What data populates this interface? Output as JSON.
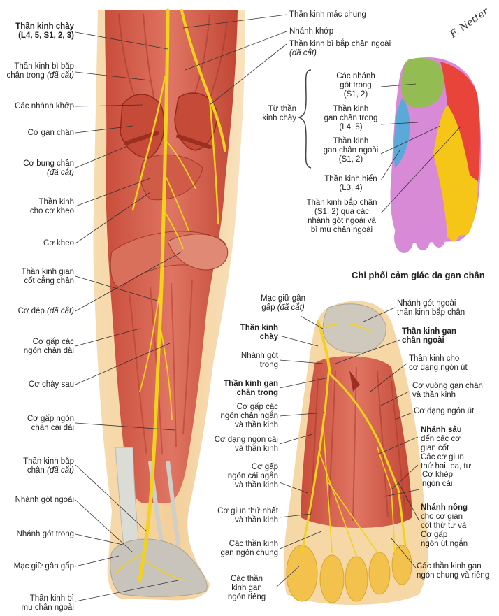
{
  "colors": {
    "skin": "#f6d7a6",
    "muscle": "#d9614a",
    "muscle_dark": "#b8412f",
    "tendon": "#d9dbd6",
    "nerve": "#f2d21c",
    "bone": "#cfc8bc",
    "foot_sensory_base": "#d98ad6",
    "zone_green": "#93bd53",
    "zone_red": "#e8443a",
    "zone_blue": "#5aa9d8",
    "zone_yellow": "#f5c518"
  },
  "signature": "F. Netter",
  "leg": {
    "left_labels": [
      {
        "name": "Thần kinh chày",
        "extra": "(L4, 5, S1, 2, 3)",
        "bold": true
      },
      {
        "line1": "Thần kinh bì bắp",
        "line2": "chân trong",
        "italic": "(đã cắt)"
      },
      {
        "text": "Các nhánh khớp"
      },
      {
        "text": "Cơ gan chân"
      },
      {
        "line1": "Cơ bụng chân",
        "italic": "(đã cắt)"
      },
      {
        "line1": "Thần kinh",
        "line2": "cho cơ kheo"
      },
      {
        "text": "Cơ kheo"
      },
      {
        "line1": "Thần kinh gian",
        "line2": "cốt cẳng chân"
      },
      {
        "line1": "Cơ dép",
        "italic": "(đã cắt)"
      },
      {
        "line1": "Cơ gấp các",
        "line2": "ngón chân dài"
      },
      {
        "text": "Cơ chày sau"
      },
      {
        "line1": "Cơ gấp ngón",
        "line2": "chân cái dài"
      },
      {
        "line1": "Thần kinh bắp",
        "line2": "chân",
        "italic": "(đã cắt)"
      },
      {
        "text": "Nhánh gót ngoài"
      },
      {
        "text": "Nhánh gót trong"
      },
      {
        "text": "Mạc giữ gân gấp"
      },
      {
        "line1": "Thần kinh bì",
        "line2": "mu chân ngoài"
      }
    ],
    "right_labels": [
      {
        "text": "Thần kinh mác chung"
      },
      {
        "text": "Nhánh khớp"
      },
      {
        "line1": "Thần kinh bì bắp chân ngoài",
        "italic": "(đã cắt)"
      }
    ]
  },
  "sensory": {
    "group_label": {
      "line1": "Từ thần",
      "line2": "kinh chày"
    },
    "labels": [
      {
        "line1": "Các nhánh",
        "line2": "gót trong",
        "line3": "(S1, 2)"
      },
      {
        "line1": "Thần kinh",
        "line2": "gan chân trong",
        "line3": "(L4, 5)"
      },
      {
        "line1": "Thần kinh",
        "line2": "gan chân ngoài",
        "line3": "(S1, 2)"
      },
      {
        "line1": "Thần kinh hiển",
        "line2": "(L3, 4)"
      },
      {
        "line1": "Thần kinh bắp chân",
        "line2": "(S1, 2) qua các",
        "line3": "nhánh gót ngoài và",
        "line4": "bì mu chân ngoài"
      }
    ],
    "caption": "Chi phối cảm giác da gan chân"
  },
  "sole": {
    "left_labels": [
      {
        "line1": "Mạc giữ gân",
        "line2": "gấp",
        "italic": "(đã cắt)"
      },
      {
        "line1": "Thần kinh",
        "line2": "chày",
        "bold": true
      },
      {
        "line1": "Nhánh gót",
        "line2": "trong"
      },
      {
        "line1": "Thần kinh gan",
        "line2": "chân trong",
        "bold": true
      },
      {
        "line1": "Cơ gấp các",
        "line2": "ngón chân ngắn",
        "line3": "và thần kinh"
      },
      {
        "line1": "Cơ dạng ngón cái",
        "line2": "và thần kinh"
      },
      {
        "line1": "Cơ gấp",
        "line2": "ngón cái ngắn",
        "line3": "và thần kinh"
      },
      {
        "line1": "Cơ giun thứ nhất",
        "line2": "và thần kinh"
      },
      {
        "line1": "Các thần kinh",
        "line2": "gan ngón chung"
      },
      {
        "line1": "Các thần",
        "line2": "kinh gan",
        "line3": "ngón riêng"
      }
    ],
    "right_labels": [
      {
        "line1": "Nhánh gót ngoài",
        "line2": "thần kinh bắp chân"
      },
      {
        "line1": "Thần kinh gan",
        "line2": "chân ngoài",
        "bold": true
      },
      {
        "line1": "Thần kinh cho",
        "line2": "cơ dạng ngón út"
      },
      {
        "line1": "Cơ vuông gan chân",
        "line2": "và thần kinh"
      },
      {
        "text": "Cơ dạng ngón út"
      },
      {
        "line1": "Nhánh sâu",
        "line2": "đến các cơ",
        "line3": "gian cốt",
        "bold_first": true
      },
      {
        "line1": "Các cơ giun",
        "line2": "thứ hai, ba, tư"
      },
      {
        "line1": "Cơ khép",
        "line2": "ngón cái"
      },
      {
        "line1": "Nhánh nông",
        "line2": "cho cơ gian",
        "line3": "cốt thứ tư và",
        "line4": "Cơ gấp",
        "line5": "ngón út ngắn",
        "bold_first": true
      },
      {
        "line1": "Các thần kinh gan",
        "line2": "ngón chung và riêng"
      }
    ]
  }
}
